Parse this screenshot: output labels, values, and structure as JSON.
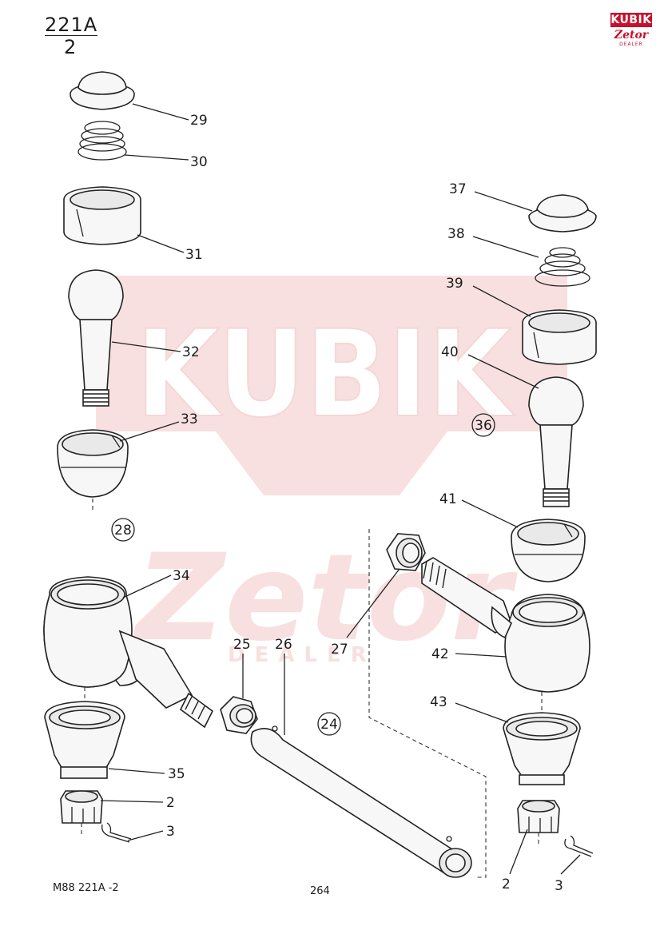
{
  "header": {
    "code": "221A",
    "sub": "2"
  },
  "logo": {
    "brand": "KUBIK",
    "partner": "Zetor",
    "tag": "DEALER",
    "color": "#c8102e"
  },
  "watermark": {
    "line1": "KUBIK",
    "line2": "Zetor",
    "line3": "DEALER",
    "color": "#f3c2c2"
  },
  "callouts": [
    {
      "id": "c29",
      "text": "29"
    },
    {
      "id": "c30",
      "text": "30"
    },
    {
      "id": "c31",
      "text": "31"
    },
    {
      "id": "c32",
      "text": "32"
    },
    {
      "id": "c33",
      "text": "33"
    },
    {
      "id": "c34",
      "text": "34"
    },
    {
      "id": "c35",
      "text": "35"
    },
    {
      "id": "c2a",
      "text": "2"
    },
    {
      "id": "c3a",
      "text": "3"
    },
    {
      "id": "c25",
      "text": "25"
    },
    {
      "id": "c26",
      "text": "26"
    },
    {
      "id": "c27",
      "text": "27"
    },
    {
      "id": "c37",
      "text": "37"
    },
    {
      "id": "c38",
      "text": "38"
    },
    {
      "id": "c39",
      "text": "39"
    },
    {
      "id": "c40",
      "text": "40"
    },
    {
      "id": "c41",
      "text": "41"
    },
    {
      "id": "c42",
      "text": "42"
    },
    {
      "id": "c43",
      "text": "43"
    },
    {
      "id": "c2b",
      "text": "2"
    },
    {
      "id": "c3b",
      "text": "3"
    }
  ],
  "assemblies": [
    {
      "id": "a28",
      "text": "28"
    },
    {
      "id": "a36",
      "text": "36"
    },
    {
      "id": "a24",
      "text": "24"
    }
  ],
  "footer": {
    "left": "M88   221A -2",
    "page": "264"
  }
}
